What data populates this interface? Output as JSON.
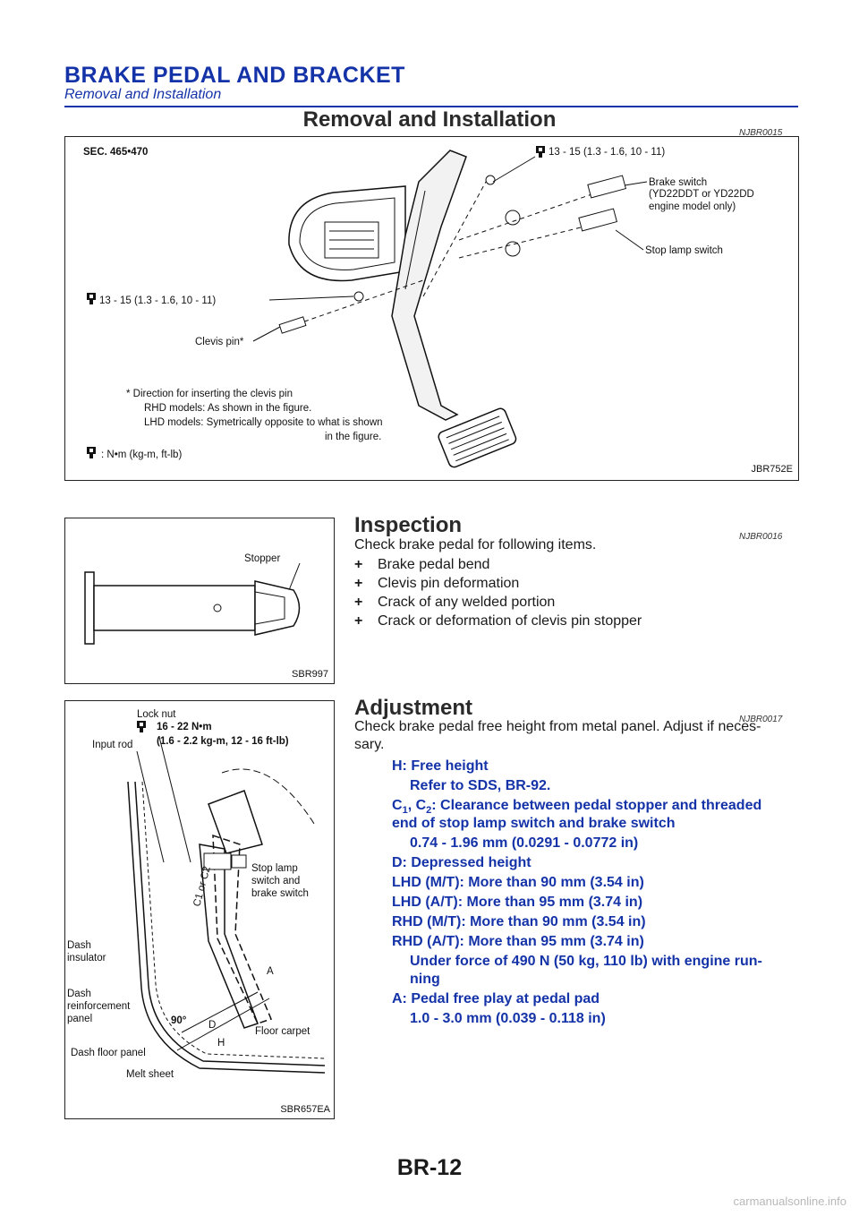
{
  "header": {
    "title": "BRAKE PEDAL AND BRACKET",
    "subtitle": "Removal and Installation"
  },
  "removal": {
    "title": "Removal and Installation",
    "code": "NJBR0015",
    "figure": {
      "sec": "SEC. 465•470",
      "torque_top": "13 - 15 (1.3 - 1.6, 10 - 11)",
      "brake_switch_1": "Brake switch",
      "brake_switch_2": "(YD22DDT or YD22DD",
      "brake_switch_3": "engine model only)",
      "stop_lamp": "Stop lamp switch",
      "torque_left": "13 - 15 (1.3 - 1.6, 10 - 11)",
      "clevis": "Clevis pin*",
      "note_1": "* Direction for inserting the clevis pin",
      "note_2": "RHD models: As shown in the figure.",
      "note_3": "LHD models: Symetrically opposite to what is shown",
      "note_4": "in the figure.",
      "legend": ": N•m (kg-m, ft-lb)",
      "caption": "JBR752E"
    }
  },
  "inspection": {
    "title": "Inspection",
    "code": "NJBR0016",
    "intro": "Check brake pedal for following items.",
    "bullet": "+",
    "items": [
      "Brake pedal bend",
      "Clevis pin deformation",
      "Crack of any welded portion",
      "Crack or deformation of clevis pin stopper"
    ],
    "figure": {
      "stopper": "Stopper",
      "caption": "SBR997"
    }
  },
  "adjustment": {
    "title": "Adjustment",
    "code": "NJBR0017",
    "intro_1": "Check brake pedal free height from metal panel. Adjust if neces-",
    "intro_2": "sary.",
    "h_label": "H: Free height",
    "h_val": "Refer to SDS, BR-92.",
    "c_label_1": "C",
    "c_sub_1": "1",
    "c_label_2": ", C",
    "c_sub_2": "2",
    "c_label_3": ": Clearance between pedal stopper and threaded",
    "c_label_4": "end of stop lamp switch and brake switch",
    "c_val": "0.74 - 1.96 mm (0.0291 - 0.0772 in)",
    "d_label": "D: Depressed height",
    "d_rows": [
      "LHD (M/T): More than 90 mm (3.54 in)",
      "LHD (A/T): More than 95 mm (3.74 in)",
      "RHD (M/T): More than 90 mm (3.54 in)",
      "RHD (A/T): More than 95 mm (3.74 in)"
    ],
    "d_note_1": "Under force of 490 N (50 kg, 110 lb) with engine run-",
    "d_note_2": "ning",
    "a_label": "A: Pedal free play at pedal pad",
    "a_val": "1.0 - 3.0 mm (0.039 - 0.118 in)",
    "figure": {
      "lock_nut": "Lock nut",
      "torque_1": "16 - 22 N•m",
      "torque_2": "(1.6 - 2.2 kg-m, 12 - 16 ft-lb)",
      "input_rod": "Input rod",
      "stop_lamp_1": "Stop lamp",
      "stop_lamp_2": "switch and",
      "stop_lamp_3": "brake switch",
      "c1c2": "C1 or C2",
      "dash_ins_1": "Dash",
      "dash_ins_2": "insulator",
      "dash_rein_1": "Dash",
      "dash_rein_2": "reinforcement",
      "dash_rein_3": "panel",
      "angle": "90°",
      "d": "D",
      "h": "H",
      "a": "A",
      "floor_carpet": "Floor carpet",
      "dash_floor": "Dash floor panel",
      "melt": "Melt sheet",
      "caption": "SBR657EA"
    }
  },
  "footer": {
    "page": "BR-12",
    "watermark": "carmanualsonline.info"
  }
}
